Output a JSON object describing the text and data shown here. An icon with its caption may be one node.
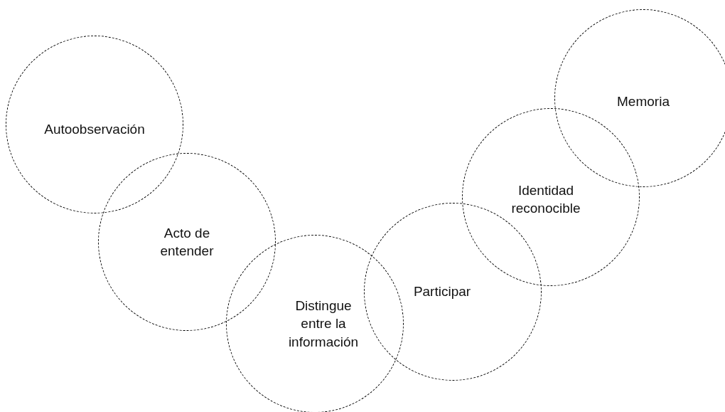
{
  "diagram": {
    "nodes": [
      {
        "text": [
          "Autoobservación"
        ]
      },
      {
        "text": [
          "Acto de entender"
        ]
      },
      {
        "text": [
          "Distingue entre la información"
        ]
      },
      {
        "text": [
          "Participar"
        ]
      },
      {
        "text": [
          "Identidad reconocible"
        ]
      },
      {
        "text": [
          "Memoria"
        ]
      }
    ]
  }
}
